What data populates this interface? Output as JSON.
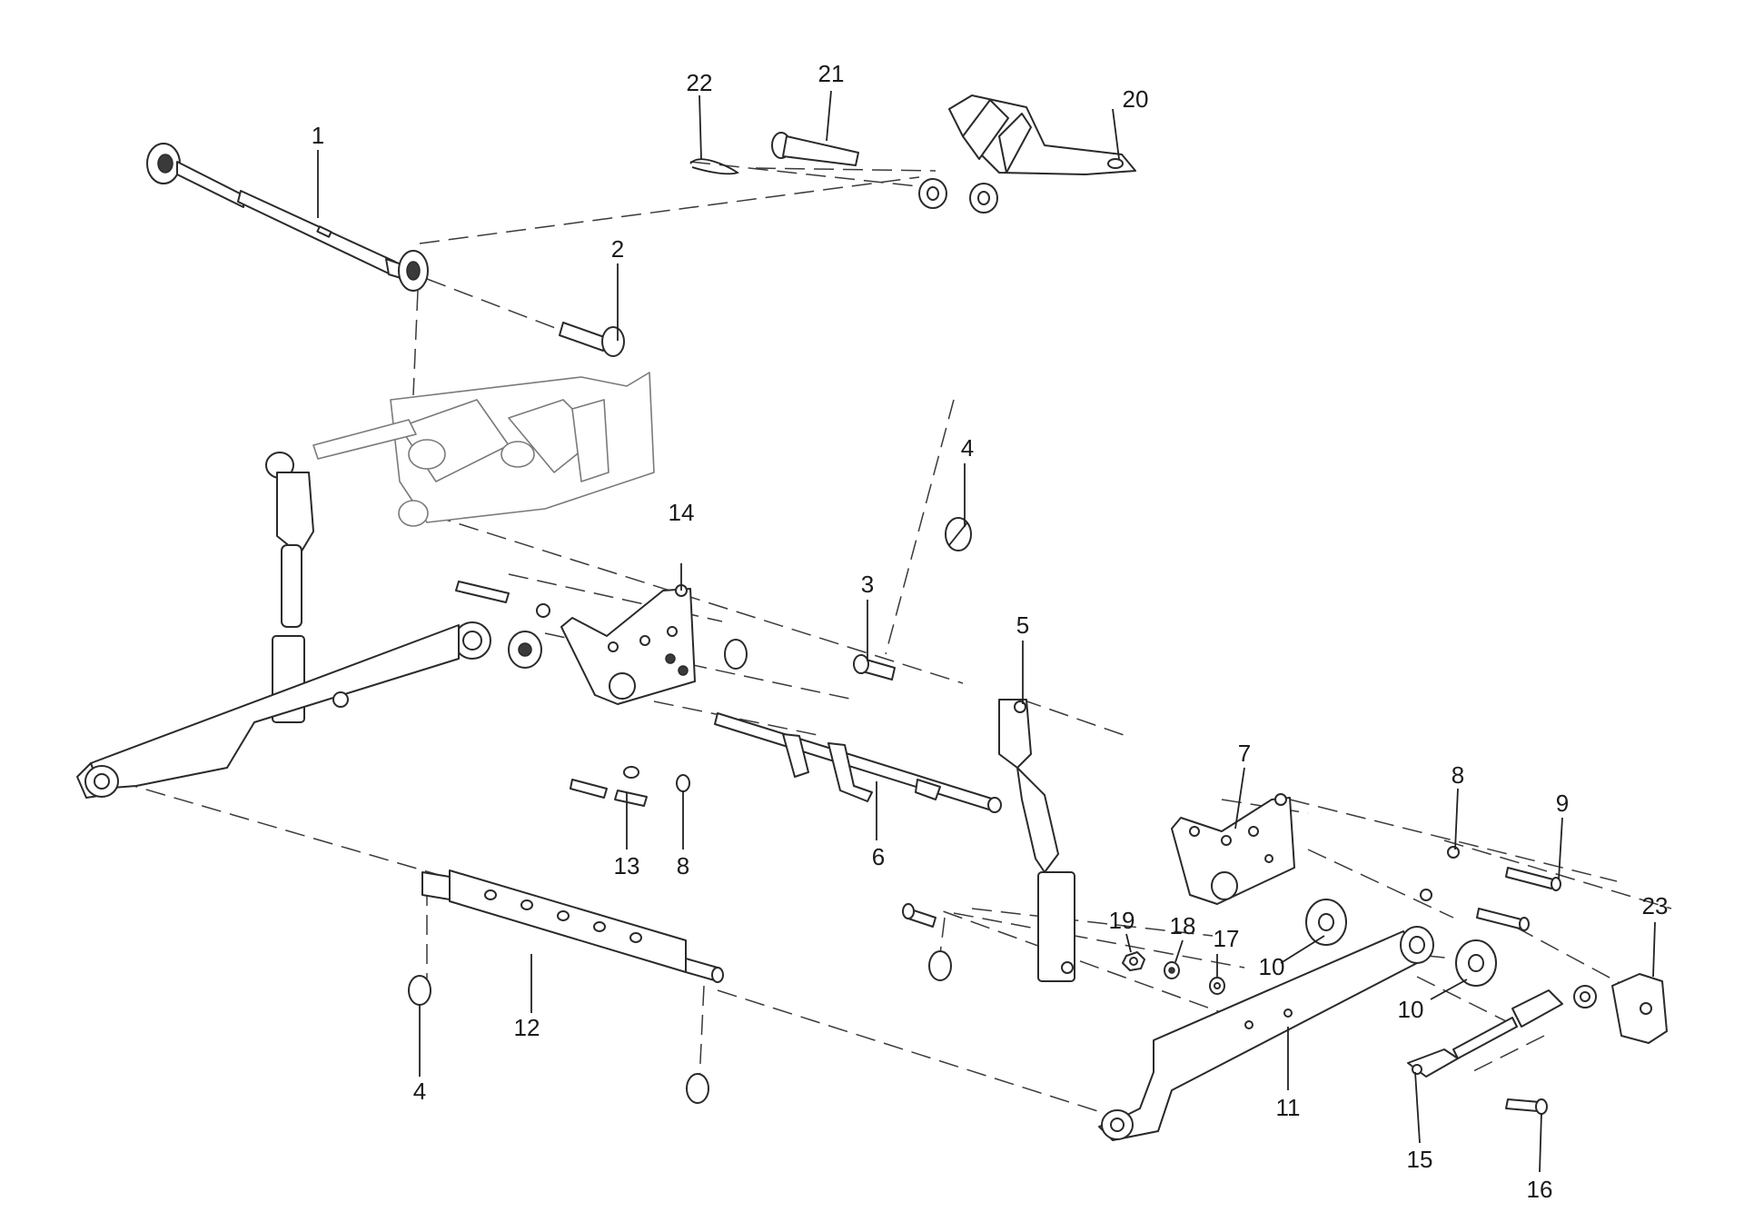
{
  "callouts": {
    "c1": "1",
    "c2": "2",
    "c3": "3",
    "c4a": "4",
    "c4b": "4",
    "c5": "5",
    "c6": "6",
    "c7": "7",
    "c8a": "8",
    "c8b": "8",
    "c9": "9",
    "c10a": "10",
    "c10b": "10",
    "c11": "11",
    "c12": "12",
    "c13": "13",
    "c14": "14",
    "c15": "15",
    "c16": "16",
    "c17": "17",
    "c18": "18",
    "c19": "19",
    "c20": "20",
    "c21": "21",
    "c22": "22",
    "c23": "23"
  }
}
